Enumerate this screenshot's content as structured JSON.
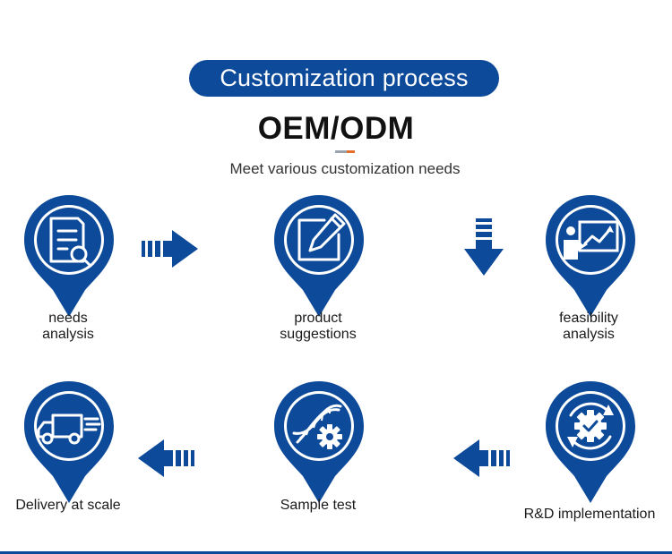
{
  "header": {
    "pill_text": "Customization process",
    "title": "OEM/ODM",
    "subtitle": "Meet various customization needs"
  },
  "colors": {
    "brand_blue": "#0d4a9a",
    "underline_left": "#9aa3ad",
    "underline_right": "#e36f2c"
  },
  "steps": [
    {
      "label": "needs\nanalysis",
      "icon": "document-search-icon"
    },
    {
      "label": "product\nsuggestions",
      "icon": "pencil-edit-icon"
    },
    {
      "label": "feasibility\nanalysis",
      "icon": "presentation-chart-icon"
    },
    {
      "label": "R&D implementation",
      "icon": "gear-cycle-icon"
    },
    {
      "label": "Sample test",
      "icon": "dna-gear-icon"
    },
    {
      "label": "Delivery at scale",
      "icon": "delivery-truck-icon"
    }
  ],
  "arrows": [
    "arrow-right",
    "arrow-down",
    "arrow-left",
    "arrow-left"
  ]
}
